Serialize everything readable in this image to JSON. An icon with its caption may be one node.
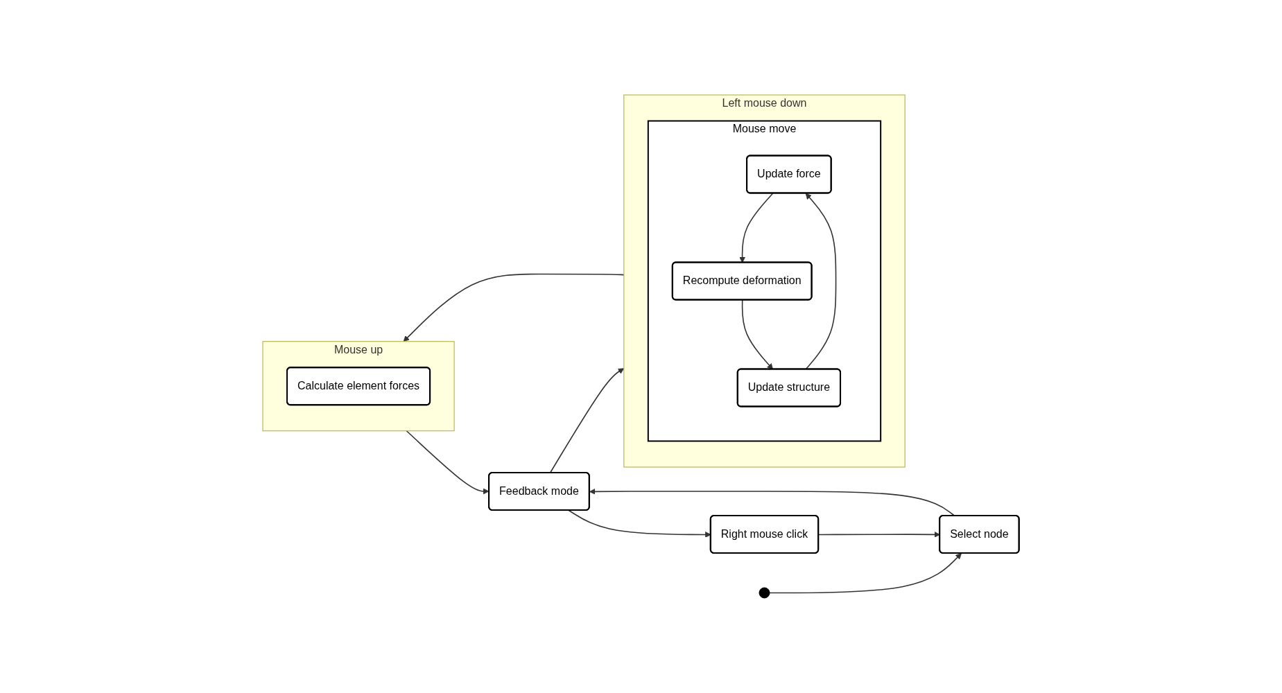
{
  "diagram": {
    "nodes": [
      {
        "text": [],
        "shape": "circle"
      },
      {
        "text": [
          "Select node"
        ]
      },
      {
        "text": [
          "Feedback mode"
        ]
      },
      {
        "text": [
          "Right mouse click"
        ]
      },
      {
        "text": [
          "Left mouse down"
        ]
      },
      {
        "text": [
          "Mouse move"
        ],
        "in": 4
      },
      {
        "text": [
          "Update force"
        ],
        "in": 5
      },
      {
        "text": [
          "Recompute deformation"
        ],
        "in": 5
      },
      {
        "text": [
          "Update structure"
        ],
        "in": 5
      },
      {
        "text": [
          "Mouse up"
        ]
      },
      {
        "text": [
          "Calculate element forces"
        ],
        "in": 9
      }
    ],
    "edges": [
      {
        "from": 0,
        "to": 1,
        "arrow": "to"
      },
      {
        "from": 1,
        "to": 2,
        "arrow": "to"
      },
      {
        "from": 2,
        "to": 3,
        "arrow": "to"
      },
      {
        "from": 3,
        "to": 1,
        "arrow": "to"
      },
      {
        "from": 2,
        "to": 4,
        "arrow": "to"
      },
      {
        "from": 6,
        "to": 7,
        "arrow": "to"
      },
      {
        "from": 7,
        "to": 8,
        "arrow": "to"
      },
      {
        "from": 8,
        "to": 6,
        "arrow": "to"
      },
      {
        "from": 4,
        "to": 9,
        "arrow": "to"
      },
      {
        "from": 9,
        "to": 2,
        "arrow": "to"
      }
    ]
  }
}
